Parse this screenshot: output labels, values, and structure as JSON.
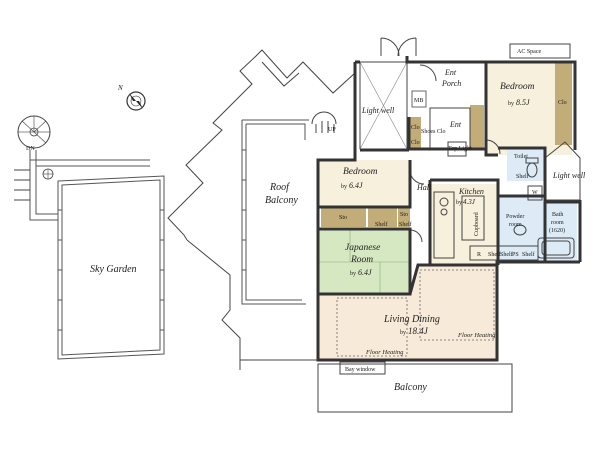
{
  "rooms": {
    "ac_space": "AC Space",
    "bedroom_ne": "Bedroom",
    "bedroom_ne_size": "8.5J",
    "clo_ne": "Clo",
    "ent_porch_1": "Ent",
    "ent_porch_2": "Porch",
    "light_well_1": "Light well",
    "light_well_2": "Light well",
    "mb": "MB",
    "ent": "Ent",
    "clo_a": "Clo",
    "clo_b": "Clo",
    "shoes_clo": "Shoes Clo",
    "top_light": "Top Light",
    "up": "UP",
    "dn": "DN",
    "toilet": "Toilet",
    "shelf": "Shelf",
    "w": "W",
    "bedroom_mid": "Bedroom",
    "bedroom_mid_size": "6.4J",
    "hall": "Hall",
    "kitchen": "Kitchen",
    "kitchen_size": "4.3J",
    "cupboard": "Cupboard",
    "powder_room_1": "Powder",
    "powder_room_2": "room",
    "bath_room_1": "Bath",
    "bath_room_2": "room",
    "bath_room_3": "(1620)",
    "roof_balcony_1": "Roof",
    "roof_balcony_2": "Balcony",
    "sto_a": "Sto",
    "sto_b": "Sto",
    "shelf_a": "Shelf",
    "shelf_b": "Shelf",
    "japanese_room_1": "Japanese",
    "japanese_room_2": "Room",
    "japanese_room_size": "6.4J",
    "r": "R",
    "shelf_c": "Shelf",
    "shelf_d": "Shelf",
    "ps": "PS",
    "shelf_e": "Shelf",
    "sky_garden": "Sky Garden",
    "living_dining": "Living Dining",
    "living_dining_size": "18.4J",
    "floor_heating_a": "Floor Heating",
    "floor_heating_b": "Floor Heating",
    "bay_window": "Bay window",
    "balcony": "Balcony",
    "size_prefix": "by",
    "north": "N"
  },
  "colors": {
    "bedroom_fill": "#f6f0dc",
    "japanese_fill": "#d6e8c2",
    "living_fill": "#f8ead8",
    "wet_fill": "#dcebf6",
    "closet_fill": "#c2ad78",
    "wall": "#333333"
  }
}
